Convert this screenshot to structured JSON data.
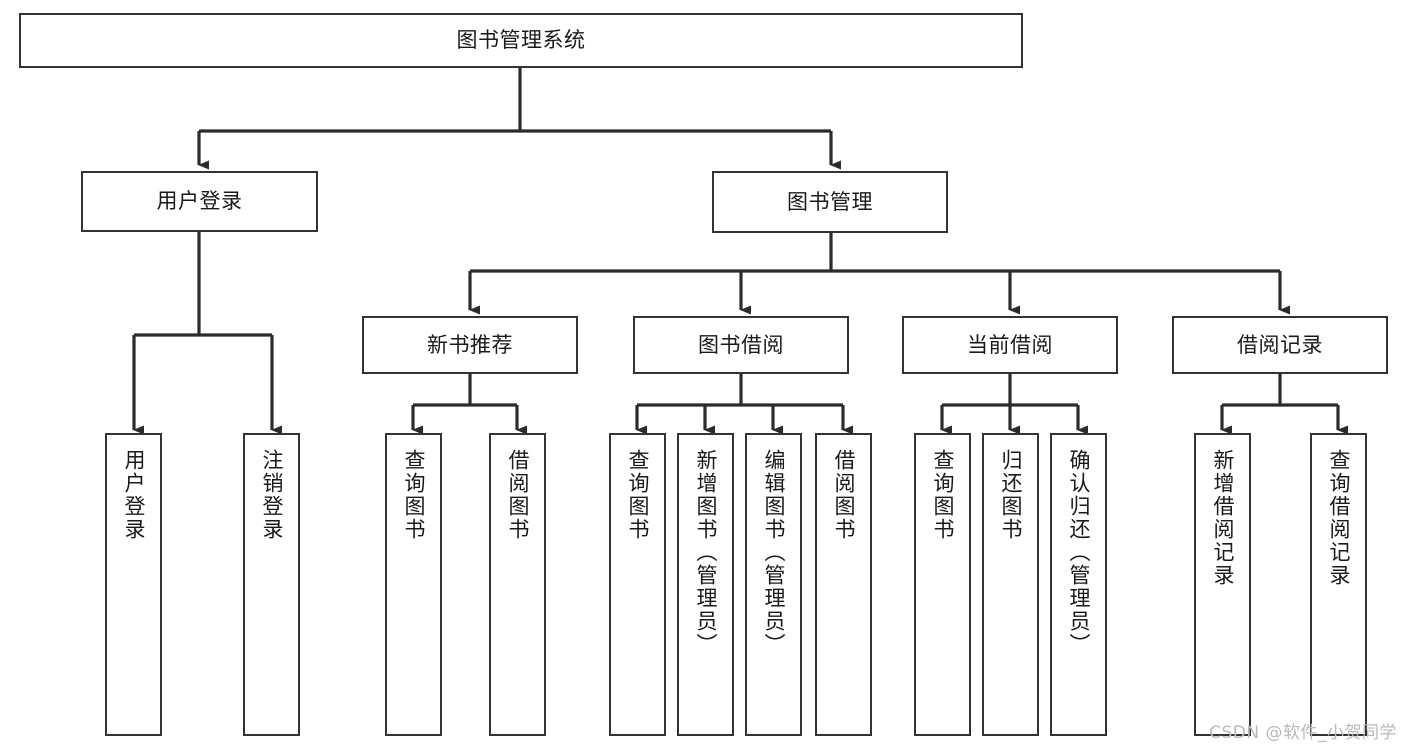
{
  "diagram": {
    "title": "图书管理系统",
    "type": "tree-hierarchy-diagram",
    "watermark": "CSDN @软件_小贺同学",
    "colors": {
      "background": "#ffffff",
      "box_border": "#333333",
      "connector": "#2b2b2b",
      "text": "#1a1a1a",
      "watermark": "#b9b9b9"
    },
    "levels": {
      "level1": "系统",
      "level2": "模块",
      "level3": "子模块",
      "level4": "功能"
    },
    "root": {
      "label": "图书管理系统"
    },
    "level2": [
      {
        "label": "用户登录"
      },
      {
        "label": "图书管理"
      }
    ],
    "level3": [
      {
        "label": "新书推荐"
      },
      {
        "label": "图书借阅"
      },
      {
        "label": "当前借阅"
      },
      {
        "label": "借阅记录"
      }
    ],
    "leaves": {
      "user_login": [
        {
          "label": "用户登录"
        },
        {
          "label": "注销登录"
        }
      ],
      "new_book_recommend": [
        {
          "label": "查询图书"
        },
        {
          "label": "借阅图书"
        }
      ],
      "book_borrow": [
        {
          "label": "查询图书"
        },
        {
          "label": "新增图书（管理员）"
        },
        {
          "label": "编辑图书（管理员）"
        },
        {
          "label": "借阅图书"
        }
      ],
      "current_borrow": [
        {
          "label": "查询图书"
        },
        {
          "label": "归还图书"
        },
        {
          "label": "确认归还（管理员）"
        }
      ],
      "borrow_record": [
        {
          "label": "新增借阅记录"
        },
        {
          "label": "查询借阅记录"
        }
      ]
    }
  }
}
